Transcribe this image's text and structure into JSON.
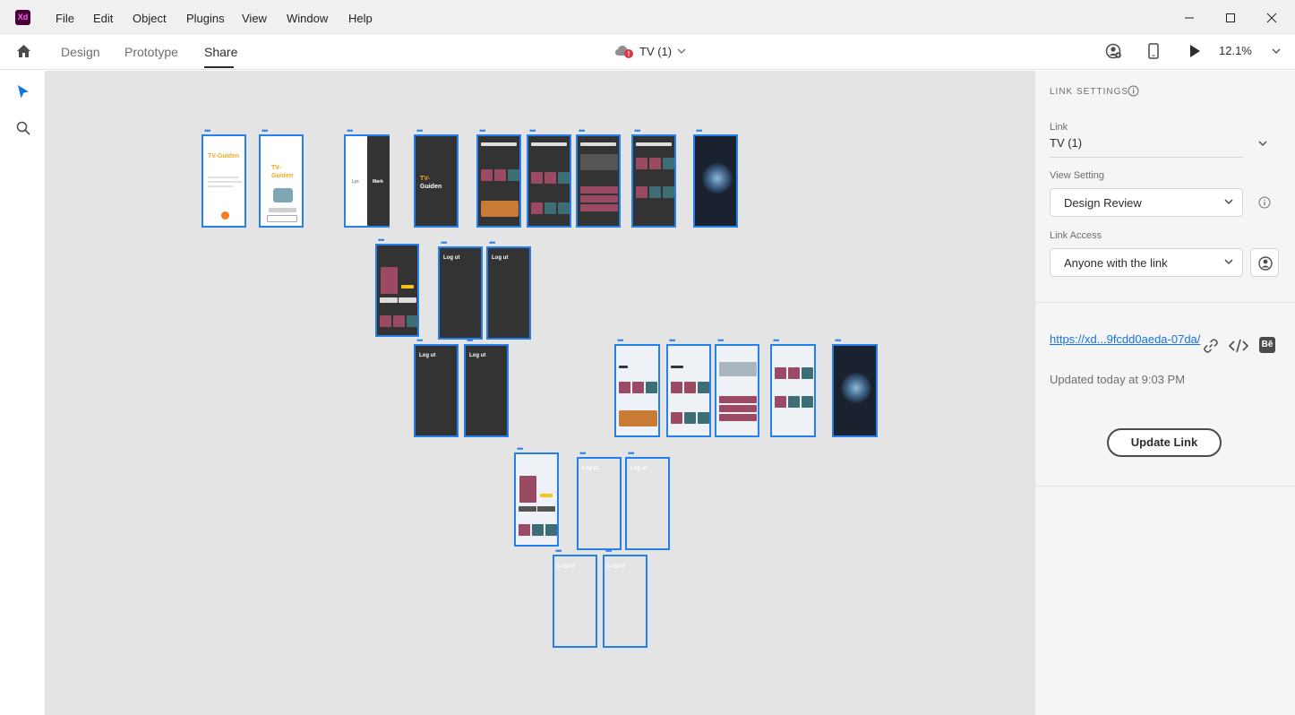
{
  "app": {
    "logo_text": "Xd",
    "brand_color": "#470137"
  },
  "menu": {
    "items": [
      "File",
      "Edit",
      "Object",
      "Plugins",
      "View",
      "Window",
      "Help"
    ]
  },
  "modes": {
    "tabs": [
      "Design",
      "Prototype",
      "Share"
    ],
    "active": "Share"
  },
  "document": {
    "title": "TV (1)",
    "cloud_status": "error"
  },
  "header_right": {
    "zoom": "12.1%"
  },
  "canvas": {
    "artboard_texts": {
      "tv": "TV-",
      "guiden": "Guiden",
      "lys": "Lys",
      "mork": "Mørk",
      "logut": "Log ut"
    }
  },
  "panel": {
    "heading": "LINK SETTINGS",
    "link_label": "Link",
    "link_value": "TV (1)",
    "view_setting_label": "View Setting",
    "view_setting_value": "Design Review",
    "link_access_label": "Link Access",
    "link_access_value": "Anyone with the link",
    "url": "https://xd...9fcdd0aeda-07da/",
    "updated": "Updated today at 9:03 PM",
    "update_button": "Update Link",
    "behance_label": "Bē"
  },
  "colors": {
    "accent": "#2680eb",
    "link": "#1473e6",
    "tv_orange": "#f5a623"
  }
}
